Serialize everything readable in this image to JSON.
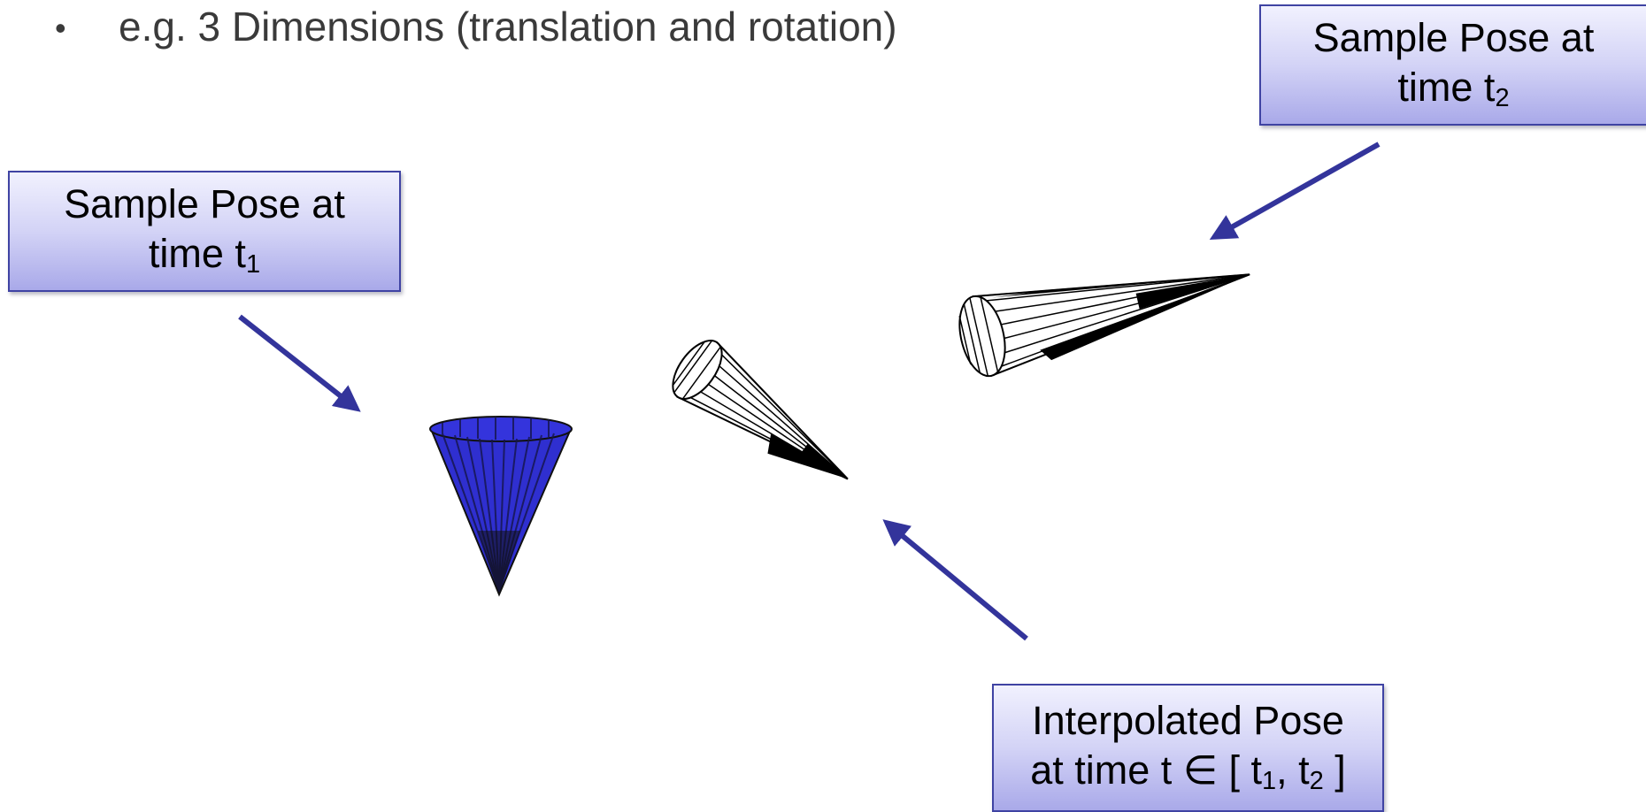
{
  "bullet": {
    "symbol": "•",
    "text": "e.g. 3 Dimensions (translation and rotation)"
  },
  "callouts": {
    "t1": {
      "line1": "Sample Pose at",
      "line2_prefix": "time t",
      "line2_sub": "1"
    },
    "t2": {
      "line1": "Sample Pose at",
      "line2_prefix": "time t",
      "line2_sub": "2"
    },
    "interp": {
      "line1": "Interpolated Pose",
      "line2_prefix": "at time t ∈ [ t",
      "line2_sub1": "1",
      "line2_mid": ", t",
      "line2_sub2": "2",
      "line2_suffix": " ]"
    }
  },
  "colors": {
    "arrow": "#33349b",
    "cone_blue": "#2f2fd0",
    "callout_border": "#3f43a3"
  },
  "icons": {
    "pose_t1": "blue-cone-icon",
    "pose_interp": "wireframe-cone-icon",
    "pose_t2": "wireframe-cone-icon"
  }
}
